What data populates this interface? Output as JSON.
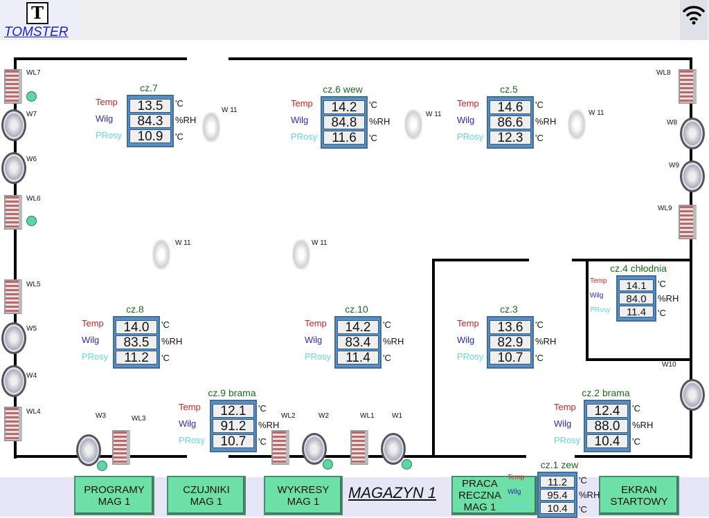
{
  "header": {
    "logo_letter": "T",
    "brand": "TOMSTER",
    "wifi_icon": "wifi-icon"
  },
  "title": "MAGAZYN 1",
  "labels": {
    "temp": "Temp",
    "wilg": "Wilg",
    "prosy": "PRosy",
    "unit_c": "'C",
    "unit_rh": "%RH"
  },
  "colors": {
    "temp": "#d02020",
    "wilg": "#2a2ab0",
    "prosy": "#5fd8e0",
    "button": "#6de0a8"
  },
  "zones": [
    {
      "name": "cz.7",
      "temp": "13.5",
      "wilg": "84.3",
      "prosy": "10.9"
    },
    {
      "name": "cz.6 wew",
      "temp": "14.2",
      "wilg": "84.8",
      "prosy": "11.6"
    },
    {
      "name": "cz.5",
      "temp": "14.6",
      "wilg": "86.6",
      "prosy": "12.3"
    },
    {
      "name": "cz.8",
      "temp": "14.0",
      "wilg": "83.5",
      "prosy": "11.2"
    },
    {
      "name": "cz.10",
      "temp": "14.2",
      "wilg": "83.4",
      "prosy": "11.4"
    },
    {
      "name": "cz.3",
      "temp": "13.6",
      "wilg": "82.9",
      "prosy": "10.7"
    },
    {
      "name": "cz.4 chłodnia",
      "temp": "14.1",
      "wilg": "84.0",
      "prosy": "11.4"
    },
    {
      "name": "cz.9 brama",
      "temp": "12.1",
      "wilg": "91.2",
      "prosy": "10.7"
    },
    {
      "name": "cz.2 brama",
      "temp": "12.4",
      "wilg": "88.0",
      "prosy": "10.4"
    },
    {
      "name": "cz.1 zew",
      "temp": "11.2",
      "wilg": "95.4",
      "prosy": "10.4"
    }
  ],
  "devices": [
    "WL7",
    "W7",
    "W6",
    "WL6",
    "WL5",
    "W5",
    "W4",
    "WL4",
    "W3",
    "WL3",
    "WL2",
    "W2",
    "WL1",
    "W1",
    "WL8",
    "W8",
    "W9",
    "WL9",
    "W10",
    "W 11",
    "W 11",
    "W 11",
    "W 11",
    "W 11"
  ],
  "buttons": [
    {
      "l1": "PROGRAMY",
      "l2": "MAG 1"
    },
    {
      "l1": "CZUJNIKI",
      "l2": "MAG 1"
    },
    {
      "l1": "WYKRESY",
      "l2": "MAG 1"
    },
    {
      "l1": "PRACA RECZNA",
      "l2": "MAG 1"
    },
    {
      "l1": "EKRAN",
      "l2": "STARTOWY"
    }
  ]
}
